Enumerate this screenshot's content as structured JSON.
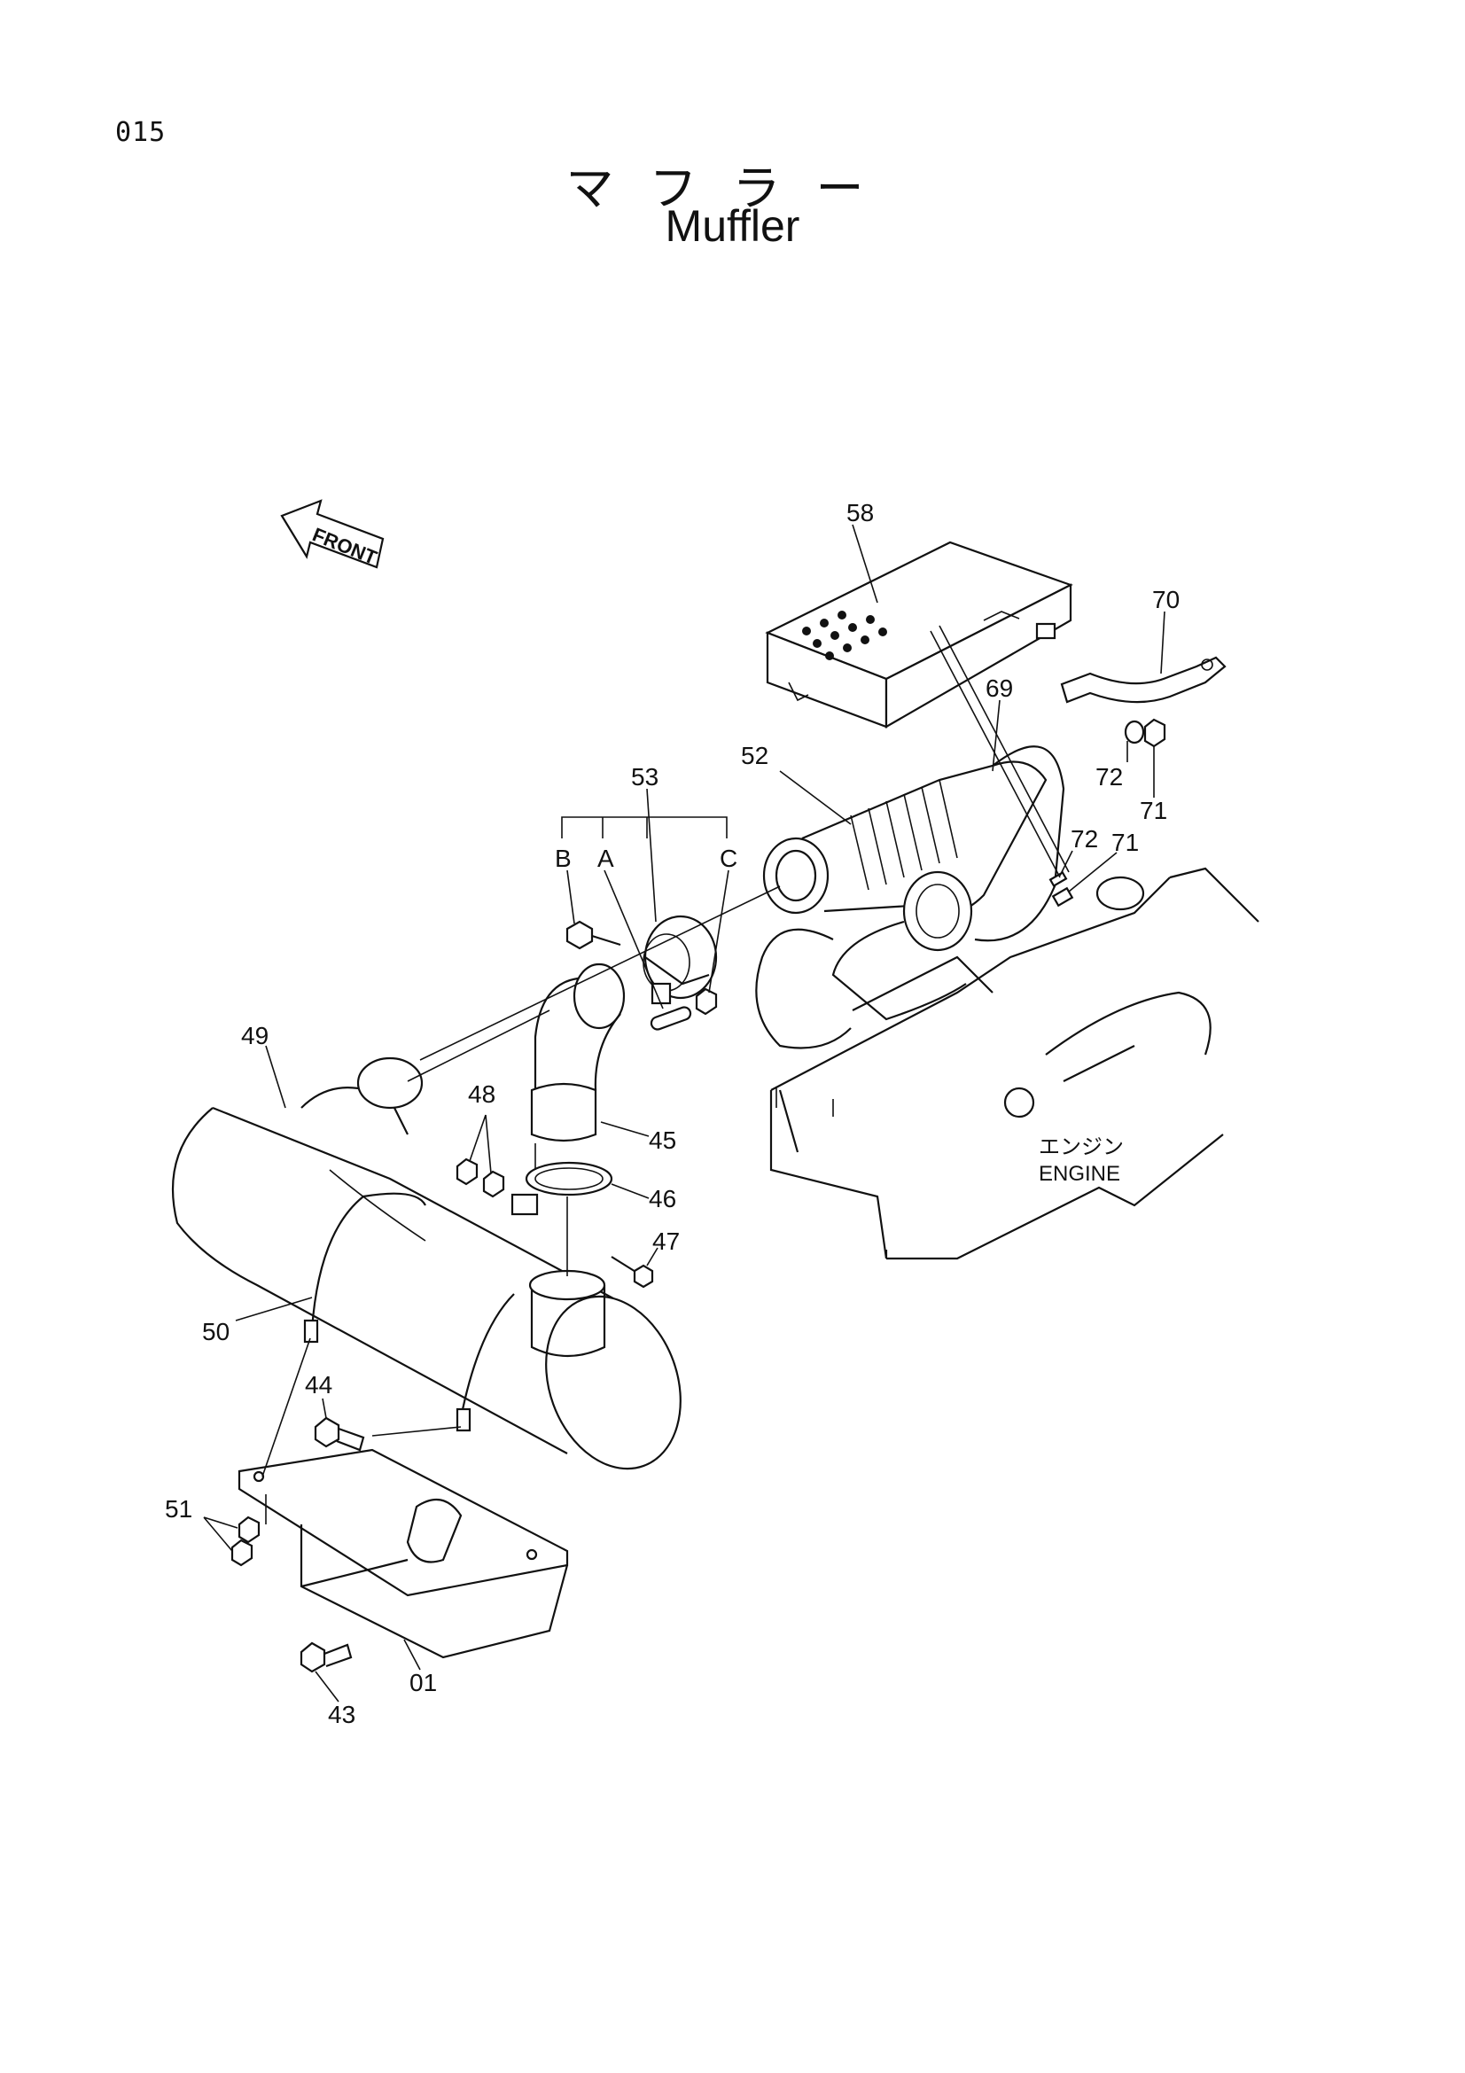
{
  "page_number": "015",
  "title_jp": "マフラー",
  "title_en": "Muffler",
  "front_label": "FRONT",
  "engine_label_jp": "エンジン",
  "engine_label_en": "ENGINE",
  "callouts": {
    "c58": "58",
    "c70": "70",
    "c69": "69",
    "c52": "52",
    "c53": "53",
    "cB": "B",
    "cA": "A",
    "cC": "C",
    "c72a": "72",
    "c71a": "71",
    "c72b": "72",
    "c71b": "71",
    "c49": "49",
    "c48": "48",
    "c45": "45",
    "c46": "46",
    "c47": "47",
    "c50": "50",
    "c44": "44",
    "c51": "51",
    "c43": "43",
    "c01": "01"
  }
}
